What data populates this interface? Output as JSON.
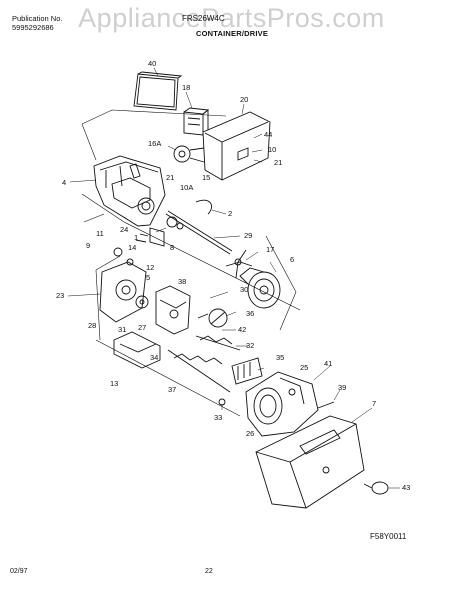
{
  "header": {
    "publication_label": "Publication No.",
    "publication_number": "5995292686",
    "model": "FRS26W4C",
    "section_title": "CONTAINER/DRIVE"
  },
  "watermark": "AppliancePartsPros.com",
  "callouts": [
    "40",
    "18",
    "20",
    "16A",
    "44",
    "10",
    "21",
    "15",
    "4",
    "21",
    "10A",
    "2",
    "24",
    "1",
    "8",
    "29",
    "11",
    "14",
    "9",
    "17",
    "6",
    "12",
    "5",
    "30",
    "23",
    "38",
    "36",
    "28",
    "31",
    "27",
    "42",
    "32",
    "34",
    "35",
    "25",
    "41",
    "13",
    "37",
    "39",
    "33",
    "26",
    "7",
    "43"
  ],
  "footer": {
    "figure_code": "F58Y0011",
    "date": "02/97",
    "page": "22"
  }
}
